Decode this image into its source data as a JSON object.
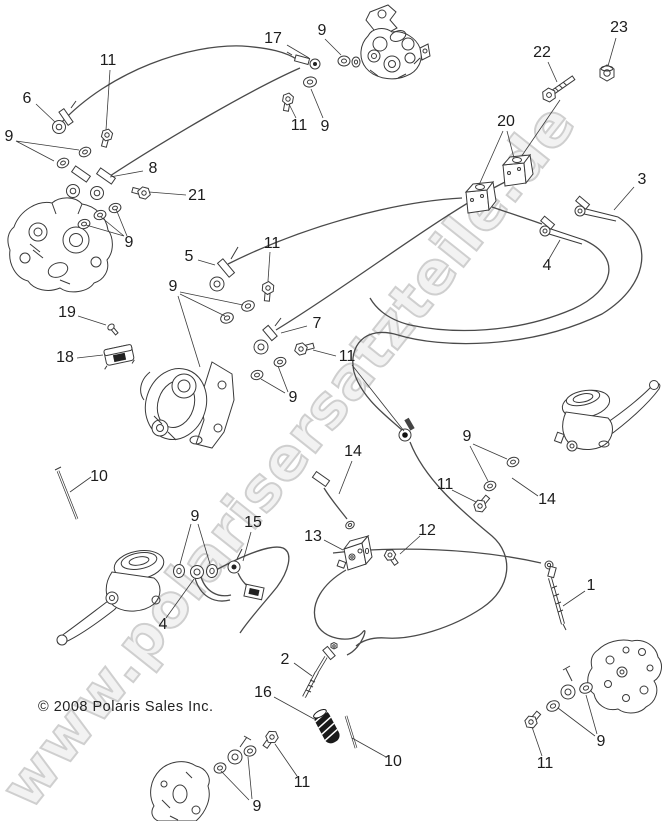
{
  "diagram": {
    "watermark": "www.polarisersatzteile.de",
    "copyright": "© 2008 Polaris Sales Inc.",
    "callouts": [
      {
        "label": "17"
      },
      {
        "label": "9"
      },
      {
        "label": "11"
      },
      {
        "label": "6"
      },
      {
        "label": "9"
      },
      {
        "label": "11"
      },
      {
        "label": "9"
      },
      {
        "label": "8"
      },
      {
        "label": "21"
      },
      {
        "label": "9"
      },
      {
        "label": "5"
      },
      {
        "label": "11"
      },
      {
        "label": "23"
      },
      {
        "label": "22"
      },
      {
        "label": "20"
      },
      {
        "label": "3"
      },
      {
        "label": "4"
      },
      {
        "label": "9"
      },
      {
        "label": "19"
      },
      {
        "label": "7"
      },
      {
        "label": "18"
      },
      {
        "label": "9"
      },
      {
        "label": "10"
      },
      {
        "label": "9"
      },
      {
        "label": "15"
      },
      {
        "label": "13"
      },
      {
        "label": "14"
      },
      {
        "label": "12"
      },
      {
        "label": "11"
      },
      {
        "label": "9"
      },
      {
        "label": "11"
      },
      {
        "label": "14"
      },
      {
        "label": "4"
      },
      {
        "label": "2"
      },
      {
        "label": "16"
      },
      {
        "label": "1"
      },
      {
        "label": "10"
      },
      {
        "label": "11"
      },
      {
        "label": "9"
      },
      {
        "label": "11"
      },
      {
        "label": "9"
      }
    ]
  }
}
